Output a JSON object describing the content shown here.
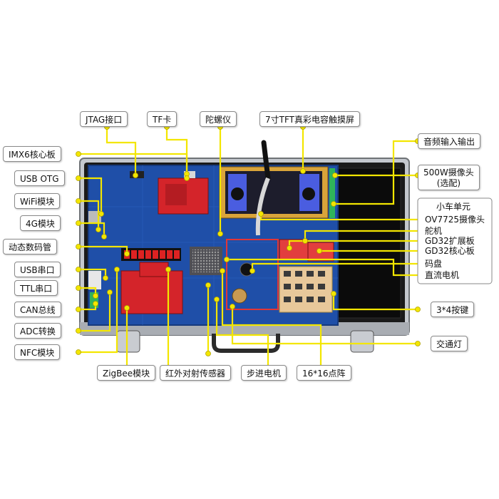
{
  "colors": {
    "connector": "#f3e600",
    "dot": "#f3e600",
    "case_outer": "#1a1a1a",
    "case_metal": "#b8bcc2",
    "board": "#1f4fa8",
    "foam": "#0c0c0c"
  },
  "labels": {
    "jtag": "JTAG接口",
    "tf": "TF卡",
    "gyro": "陀螺仪",
    "tft": "7寸TFT真彩电容触摸屏",
    "imx6": "IMX6核心板",
    "usb_otg": "USB OTG",
    "wifi": "WiFi模块",
    "m4g": "4G模块",
    "seg": "动态数码管",
    "usb_serial": "USB串口",
    "ttl": "TTL串口",
    "can": "CAN总线",
    "adc": "ADC转换",
    "nfc": "NFC模块",
    "audio": "音频输入输出",
    "cam500w": "500W摄像头",
    "cam500w_note": "(选配)",
    "car_unit": "小车单元",
    "ov7725": "OV7725摄像头",
    "servo": "舵机",
    "gd32_ext": "GD32扩展板",
    "gd32_core": "GD32核心板",
    "encoder": "码盘",
    "dc_motor": "直流电机",
    "keys": "3*4按键",
    "traffic": "交通灯",
    "zigbee": "ZigBee模块",
    "ir": "红外对射传感器",
    "stepper": "步进电机",
    "dot_matrix": "16*16点阵"
  }
}
